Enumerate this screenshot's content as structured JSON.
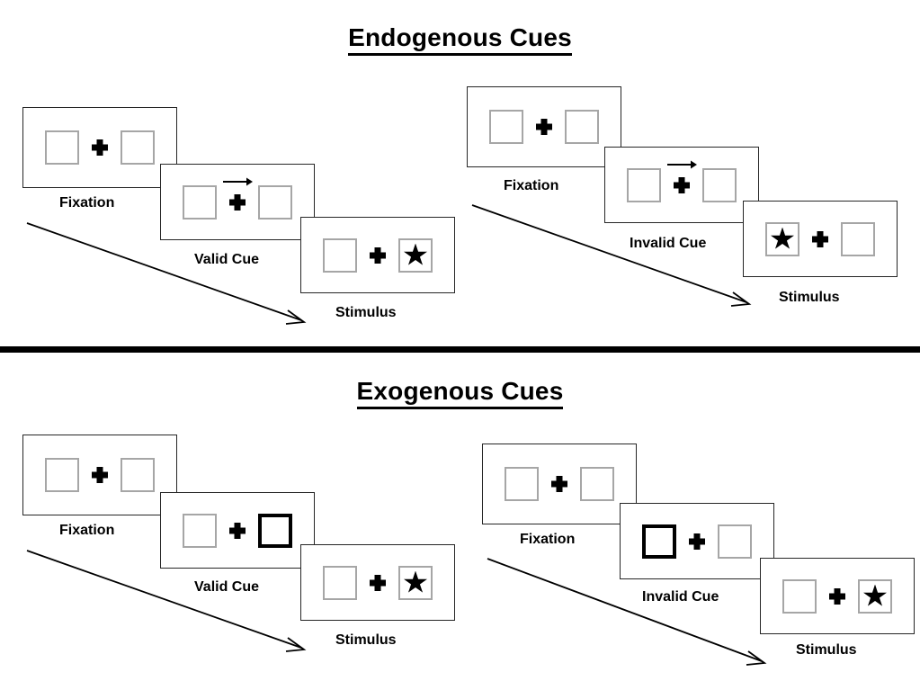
{
  "figure": {
    "type": "diagram",
    "subject": "Posner spatial cueing paradigm: endogenous vs exogenous attention cues"
  },
  "colors": {
    "panel_border": "#262626",
    "placeholder_box_border": "#a6a6a6",
    "cued_box_border": "#000000",
    "fixation_cross": "#000000",
    "stimulus_star": "#000000",
    "divider": "#000000",
    "background": "#ffffff"
  },
  "sections": [
    {
      "id": "endogenous",
      "title": "Endogenous Cues",
      "sequences": [
        {
          "id": "endogenous-valid",
          "condition": "valid",
          "steps": [
            {
              "label": "Fixation",
              "left_box": "empty",
              "right_box": "empty",
              "center": "fixation-cross",
              "cue": "none"
            },
            {
              "label": "Valid Cue",
              "left_box": "empty",
              "right_box": "empty",
              "center": "fixation-cross",
              "cue": "arrow-right"
            },
            {
              "label": "Stimulus",
              "left_box": "empty",
              "right_box": "star",
              "center": "fixation-cross",
              "cue": "none"
            }
          ]
        },
        {
          "id": "endogenous-invalid",
          "condition": "invalid",
          "steps": [
            {
              "label": "Fixation",
              "left_box": "empty",
              "right_box": "empty",
              "center": "fixation-cross",
              "cue": "none"
            },
            {
              "label": "Invalid Cue",
              "left_box": "empty",
              "right_box": "empty",
              "center": "fixation-cross",
              "cue": "arrow-right"
            },
            {
              "label": "Stimulus",
              "left_box": "star",
              "right_box": "empty",
              "center": "fixation-cross",
              "cue": "none"
            }
          ]
        }
      ]
    },
    {
      "id": "exogenous",
      "title": "Exogenous Cues",
      "sequences": [
        {
          "id": "exogenous-valid",
          "condition": "valid",
          "steps": [
            {
              "label": "Fixation",
              "left_box": "empty",
              "right_box": "empty",
              "center": "fixation-cross",
              "cue": "none"
            },
            {
              "label": "Valid Cue",
              "left_box": "empty",
              "right_box": "highlighted",
              "center": "fixation-cross",
              "cue": "box-flash-right"
            },
            {
              "label": "Stimulus",
              "left_box": "empty",
              "right_box": "star",
              "center": "fixation-cross",
              "cue": "none"
            }
          ]
        },
        {
          "id": "exogenous-invalid",
          "condition": "invalid",
          "steps": [
            {
              "label": "Fixation",
              "left_box": "empty",
              "right_box": "empty",
              "center": "fixation-cross",
              "cue": "none"
            },
            {
              "label": "Invalid Cue",
              "left_box": "highlighted",
              "right_box": "empty",
              "center": "fixation-cross",
              "cue": "box-flash-left"
            },
            {
              "label": "Stimulus",
              "left_box": "empty",
              "right_box": "star",
              "center": "fixation-cross",
              "cue": "none"
            }
          ]
        }
      ]
    }
  ],
  "time_arrows": [
    {
      "id": "endogenous-valid-time-arrow",
      "direction": "down-right"
    },
    {
      "id": "endogenous-invalid-time-arrow",
      "direction": "down-right"
    },
    {
      "id": "exogenous-valid-time-arrow",
      "direction": "down-right"
    },
    {
      "id": "exogenous-invalid-time-arrow",
      "direction": "down-right"
    }
  ]
}
